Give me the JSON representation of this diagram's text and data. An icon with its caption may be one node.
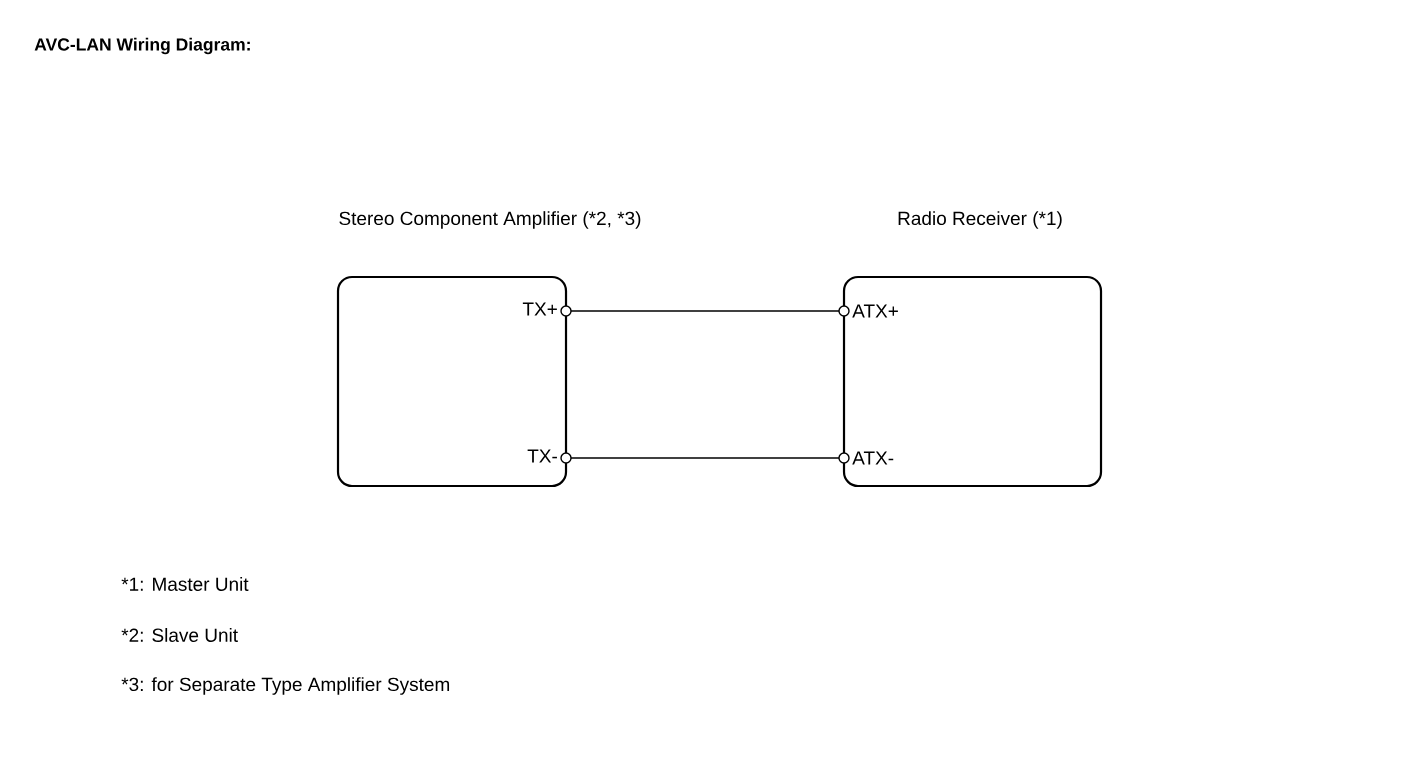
{
  "diagram": {
    "title": "AVC-LAN Wiring Diagram:",
    "nodes": [
      {
        "text": [
          "Stereo Component Amplifier (*2, *3)"
        ]
      },
      {
        "text": [
          "TX+"
        ],
        "in": 0
      },
      {
        "text": [
          "TX-"
        ],
        "in": 0
      },
      {
        "text": [
          "Radio Receiver (*1)"
        ]
      },
      {
        "text": [
          "ATX+"
        ],
        "in": 3
      },
      {
        "text": [
          "ATX-"
        ],
        "in": 3
      }
    ],
    "edges": [
      {
        "from": 1,
        "to": 4,
        "arrow": "none"
      },
      {
        "from": 2,
        "to": 5,
        "arrow": "none"
      }
    ],
    "labels": [
      "*1: Master Unit",
      "*2: Slave Unit",
      "*3: for Separate Type Amplifier System"
    ]
  }
}
